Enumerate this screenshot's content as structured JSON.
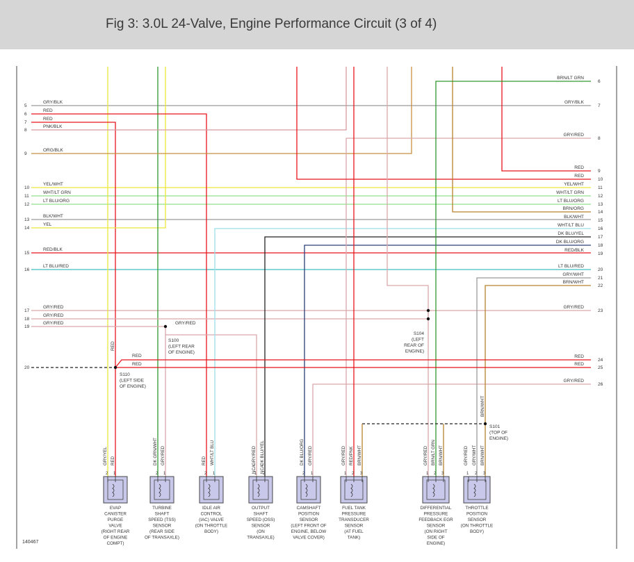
{
  "title": "Fig 3: 3.0L 24-Valve, Engine Performance Circuit (3 of 4)",
  "figure_id": "140467",
  "colors": {
    "red": "#e8141b",
    "gray": "#9b9b9b",
    "pink": "#d89aa0",
    "brown": "#b8822e",
    "orange_brown": "#c89040",
    "yellow": "#ece83a",
    "lt_green": "#8fe08a",
    "lt_blue": "#9adfe8",
    "cyan": "#3fbfc0",
    "dk_blue": "#2a3e78",
    "black": "#222222",
    "green": "#2e9a2e",
    "gray_red": "#d9a8ab",
    "header_bg": "#d6d6d6"
  },
  "left_pins": [
    {
      "num": "5",
      "wire": "GRY/BLK"
    },
    {
      "num": "6",
      "wire": "RED"
    },
    {
      "num": "7",
      "wire": "RED"
    },
    {
      "num": "8",
      "wire": "PNK/BLK"
    },
    {
      "num": "9",
      "wire": "ORG/BLK"
    },
    {
      "num": "10",
      "wire": "YEL/WHT"
    },
    {
      "num": "11",
      "wire": "WHT/LT GRN"
    },
    {
      "num": "12",
      "wire": "LT BLU/ORG"
    },
    {
      "num": "13",
      "wire": "BLK/WHT"
    },
    {
      "num": "14",
      "wire": "YEL"
    },
    {
      "num": "15",
      "wire": "RED/BLK"
    },
    {
      "num": "16",
      "wire": "LT BLU/RED"
    },
    {
      "num": "17",
      "wire": "GRY/RED"
    },
    {
      "num": "18",
      "wire": "GRY/RED"
    },
    {
      "num": "19",
      "wire": "GRY/RED"
    },
    {
      "num": "20",
      "wire": ""
    }
  ],
  "right_pins": [
    {
      "num": "6",
      "wire": "BRN/LT GRN"
    },
    {
      "num": "7",
      "wire": "GRY/BLK"
    },
    {
      "num": "8",
      "wire": "GRY/RED"
    },
    {
      "num": "9",
      "wire": "RED"
    },
    {
      "num": "10",
      "wire": "RED"
    },
    {
      "num": "11",
      "wire": "YEL/WHT"
    },
    {
      "num": "12",
      "wire": "WHT/LT GRN"
    },
    {
      "num": "13",
      "wire": "LT BLU/ORG"
    },
    {
      "num": "14",
      "wire": "BRN/ORG"
    },
    {
      "num": "15",
      "wire": "BLK/WHT"
    },
    {
      "num": "16",
      "wire": "WHT/LT BLU"
    },
    {
      "num": "17",
      "wire": "DK BLU/YEL"
    },
    {
      "num": "18",
      "wire": "DK BLU/ORG"
    },
    {
      "num": "19",
      "wire": "RED/BLK"
    },
    {
      "num": "20",
      "wire": "LT BLU/RED"
    },
    {
      "num": "21",
      "wire": "GRY/WHT"
    },
    {
      "num": "22",
      "wire": "BRN/WHT"
    },
    {
      "num": "23",
      "wire": "GRY/RED"
    },
    {
      "num": "24",
      "wire": "RED"
    },
    {
      "num": "25",
      "wire": "RED"
    },
    {
      "num": "26",
      "wire": "GRY/RED"
    }
  ],
  "mid_labels": {
    "s100_gry_red": "GRY/RED",
    "s110_red_upper": "RED",
    "s110_red_lower": "RED",
    "s110_vert_red": "RED",
    "s101_brn_wht": "BRN/WHT"
  },
  "splices": {
    "s100": [
      "S100",
      "(LEFT REAR",
      "OF ENGINE)"
    ],
    "s110": [
      "S110",
      "(LEFT SIDE",
      "OF ENGINE)"
    ],
    "s104": [
      "S104",
      "(LEFT",
      "REAR OF",
      "ENGINE)"
    ],
    "s101": [
      "S101",
      "(TOP OF",
      "ENGINE)"
    ]
  },
  "components": [
    {
      "id": "evap",
      "pins": [
        "2",
        "1"
      ],
      "wires": [
        "GRY/YEL",
        "RED"
      ],
      "label": [
        "EVAP",
        "CANISTER",
        "PURGE",
        "VALVE",
        "(RIGHT REAR",
        "OF ENGINE",
        "COMPT)"
      ]
    },
    {
      "id": "tss",
      "pins": [
        "2",
        "1"
      ],
      "wires": [
        "DK GRN/WHT",
        "GRY/RED"
      ],
      "label": [
        "TURBINE",
        "SHAFT",
        "SPEED (TSS)",
        "SENSOR",
        "(REAR SIDE",
        "OF TRANSAXLE)"
      ]
    },
    {
      "id": "iac",
      "pins": [
        "2",
        "1"
      ],
      "wires": [
        "RED",
        "WHT/LT BLU"
      ],
      "label": [
        "IDLE AIR",
        "CONTROL",
        "(IAC) VALVE",
        "(ON THROTTLE",
        "BODY)"
      ]
    },
    {
      "id": "oss",
      "pins": [
        "1",
        "2"
      ],
      "wires": [
        "GRY/RED",
        "DK BLU/YEL"
      ],
      "nca": [
        "NCA",
        "NCA"
      ],
      "label": [
        "OUTPUT",
        "SHAFT",
        "SPEED (OSS)",
        "SENSOR",
        "(ON",
        "TRANSAXLE)"
      ]
    },
    {
      "id": "cmp",
      "pins": [
        "2",
        "1"
      ],
      "wires": [
        "DK BLU/ORG",
        "GRY/RED"
      ],
      "label": [
        "CAMSHAFT",
        "POSITION",
        "SENSOR",
        "(LEFT FRONT OF",
        "ENGINE, BELOW",
        "VALVE COVER)"
      ]
    },
    {
      "id": "ftp",
      "pins": [
        "1",
        "2",
        "3"
      ],
      "wires": [
        "GRY/RED",
        "RED/PNK",
        "BRN/WHT"
      ],
      "label": [
        "FUEL TANK",
        "PRESSURE",
        "TRANSDUCER",
        "SENSOR",
        "(AT FUEL",
        "TANK)"
      ]
    },
    {
      "id": "dpfe",
      "pins": [
        "1",
        "2",
        "3"
      ],
      "wires": [
        "GRY/RED",
        "BRN/LT GRN",
        "BRN/WHT"
      ],
      "label": [
        "DIFFERENTIAL",
        "PRESSURE",
        "FEEDBACK EGR",
        "SENSOR",
        "(ON RIGHT",
        "SIDE OF",
        "ENGINE)"
      ]
    },
    {
      "id": "tp",
      "pins": [
        "1",
        "2",
        "3"
      ],
      "wires": [
        "GRY/RED",
        "GRY/WHT",
        "BRN/WHT"
      ],
      "label": [
        "THROTTLE",
        "POSITION",
        "SENSOR",
        "(ON THROTTLE",
        "BODY)"
      ]
    }
  ]
}
